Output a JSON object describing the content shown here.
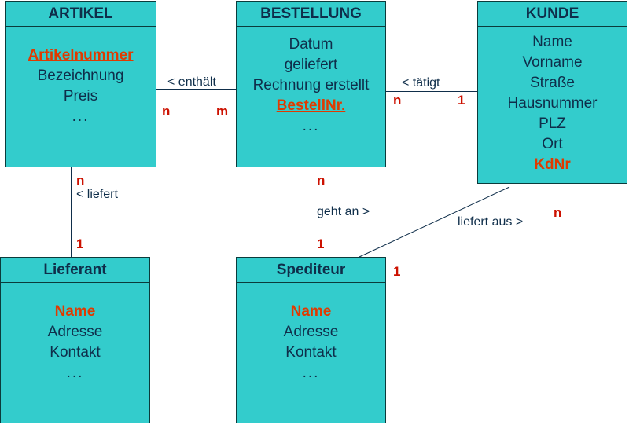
{
  "entities": {
    "artikel": {
      "title": "ARTIKEL",
      "key": "Artikelnummer",
      "attrs": [
        "Bezeichnung",
        "Preis"
      ],
      "more": "..."
    },
    "bestellung": {
      "title": "BESTELLUNG",
      "attrs": [
        "Datum",
        "geliefert",
        "Rechnung erstellt"
      ],
      "key": "BestellNr.",
      "more": "..."
    },
    "kunde": {
      "title": "KUNDE",
      "attrs": [
        "Name",
        "Vorname",
        "Straße",
        "Hausnummer",
        "PLZ",
        "Ort"
      ],
      "key": "KdNr"
    },
    "lieferant": {
      "title": "Lieferant",
      "key": "Name",
      "attrs": [
        "Adresse",
        "Kontakt"
      ],
      "more": "..."
    },
    "spediteur": {
      "title": "Spediteur",
      "key": "Name",
      "attrs": [
        "Adresse",
        "Kontakt"
      ],
      "more": "..."
    }
  },
  "relations": {
    "enthaelt": {
      "label": "< enthält",
      "card_artikel": "n",
      "card_bestellung": "m"
    },
    "taetigt": {
      "label": "< tätigt",
      "card_bestellung": "n",
      "card_kunde": "1"
    },
    "liefert": {
      "label": "< liefert",
      "card_artikel": "n",
      "card_lieferant": "1"
    },
    "geht_an": {
      "label": "geht an >",
      "card_bestellung": "n",
      "card_spediteur": "1"
    },
    "liefert_aus": {
      "label": "liefert aus >",
      "card_kunde": "n",
      "card_spediteur": "1"
    }
  },
  "colors": {
    "entity_fill": "#33cccc",
    "text": "#0f2e4a",
    "key": "#e03a00",
    "cardinality": "#cc1100"
  }
}
